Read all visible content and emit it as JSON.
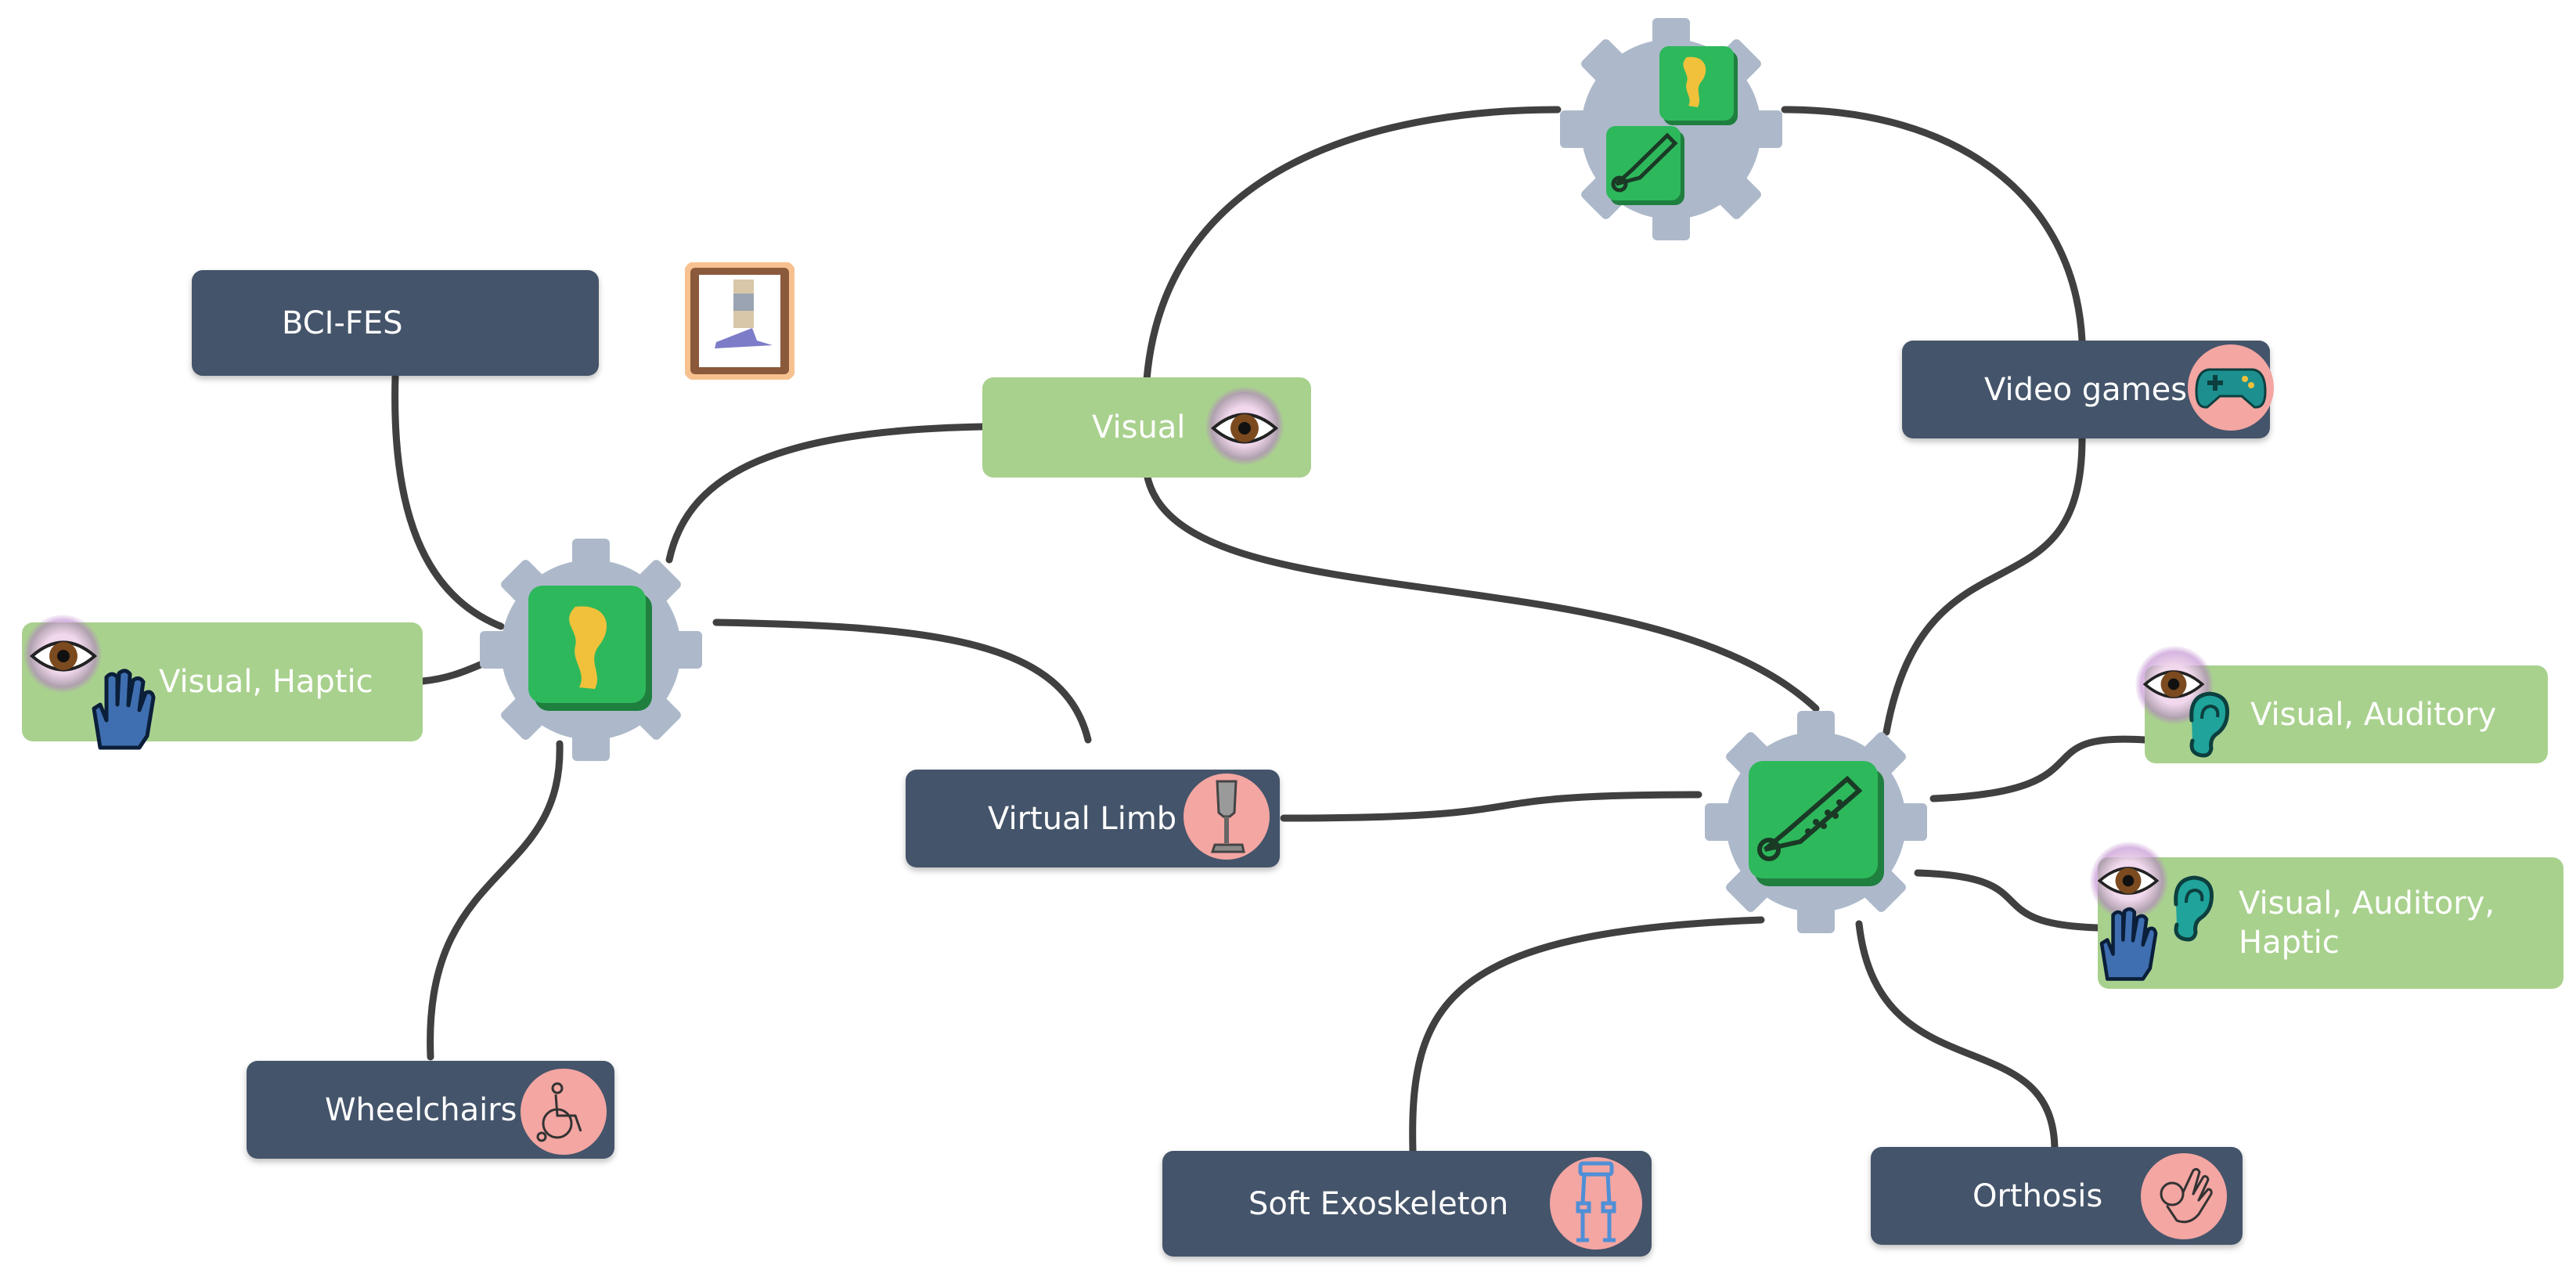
{
  "colors": {
    "dark_box": "#44546a",
    "green_box": "#a9d18e",
    "badge": "#f4a6a2",
    "gear": "#adb9ca",
    "hub_face": "#2eb85c",
    "line": "#404040"
  },
  "nodes": {
    "bci_fes": {
      "label": "BCI-FES",
      "icon": "leg-stimulation-icon"
    },
    "visual_top": {
      "label": "Visual",
      "icon": "eye-icon"
    },
    "video_games": {
      "label": "Video games",
      "icon": "gamepad-icon"
    },
    "visual_haptic": {
      "label": "Visual, Haptic",
      "icons": [
        "eye-icon",
        "hand-icon"
      ]
    },
    "virtual_limb": {
      "label": "Virtual Limb",
      "icon": "prosthetic-leg-icon"
    },
    "visual_auditory": {
      "label": "Visual, Auditory",
      "icons": [
        "eye-icon",
        "ear-icon"
      ]
    },
    "visual_auditory_haptic": {
      "label": "Visual, Auditory,\nHaptic",
      "icons": [
        "eye-icon",
        "ear-icon",
        "hand-icon"
      ]
    },
    "wheelchairs": {
      "label": "Wheelchairs",
      "icon": "wheelchair-icon"
    },
    "soft_exoskeleton": {
      "label": "Soft Exoskeleton",
      "icon": "exoskeleton-icon"
    },
    "orthosis": {
      "label": "Orthosis",
      "icon": "ok-hand-icon"
    }
  },
  "hubs": {
    "lower_limb": {
      "icon": "leg-icon"
    },
    "upper_limb": {
      "icon": "arm-icon"
    },
    "top_combined": {
      "icons": [
        "leg-icon",
        "arm-icon"
      ]
    }
  }
}
